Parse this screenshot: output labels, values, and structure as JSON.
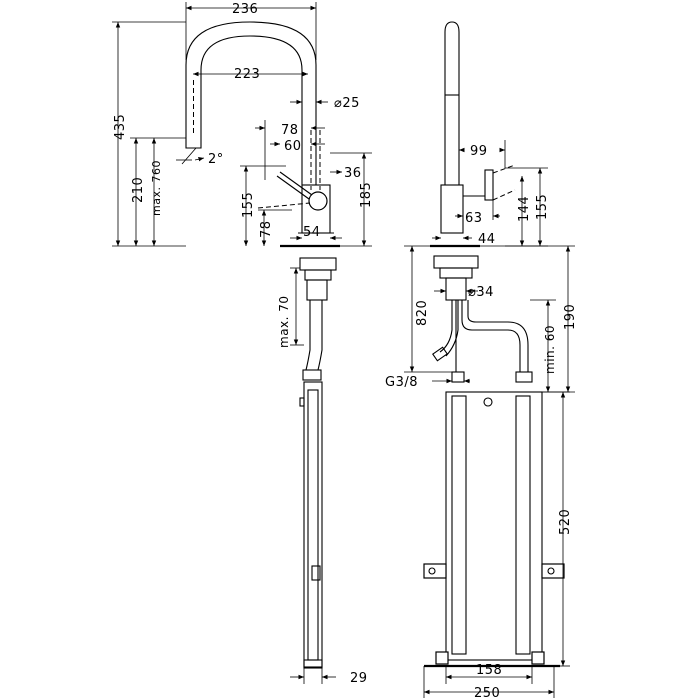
{
  "title": "",
  "dimensions": {
    "width_236": "236",
    "width_223": "223",
    "dia_25": "⌀25",
    "d_78_top": "78",
    "d_60": "60",
    "d_36": "36",
    "h_435": "435",
    "h_210": "210",
    "max_760": "max. 760",
    "angle_2": "2°",
    "h_155_left": "155",
    "h_185": "185",
    "d_78_bottom": "78",
    "d_54": "54",
    "max_70": "max. 70",
    "d_29": "29",
    "d_99": "99",
    "h_144": "144",
    "h_155_right": "155",
    "d_63": "63",
    "d_44": "44",
    "h_820": "820",
    "dia_34": "⌀34",
    "h_190": "190",
    "min_60": "min. 60",
    "thread_g38": "G3/8",
    "h_520": "520",
    "w_158": "158",
    "w_250": "250"
  }
}
